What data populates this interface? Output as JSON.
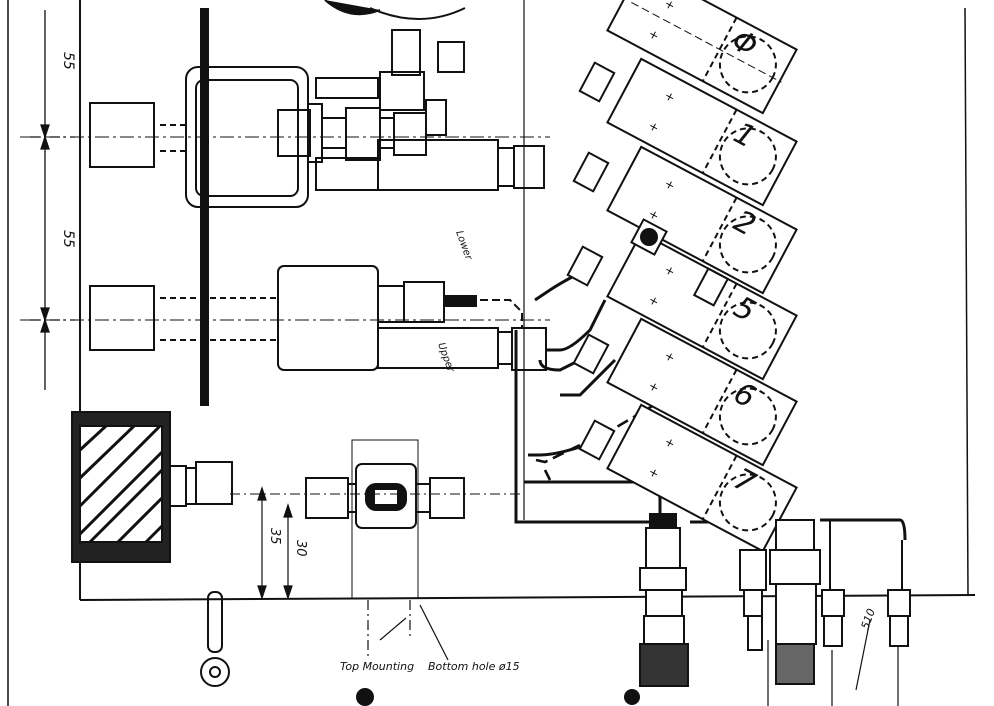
{
  "dimensions": {
    "pitch_upper": "55",
    "pitch_lower": "55",
    "height_left": "35",
    "height_right": "30",
    "small_right": "510"
  },
  "blocks": [
    {
      "label": "Φ"
    },
    {
      "label": "1"
    },
    {
      "label": "2"
    },
    {
      "label": "5"
    },
    {
      "label": "6"
    },
    {
      "label": "7"
    }
  ],
  "notes": {
    "lower_line": "Lower",
    "upper_line": "Upper",
    "top_mounting": "Top Mounting",
    "bottom_hole": "Bottom hole ø15"
  }
}
